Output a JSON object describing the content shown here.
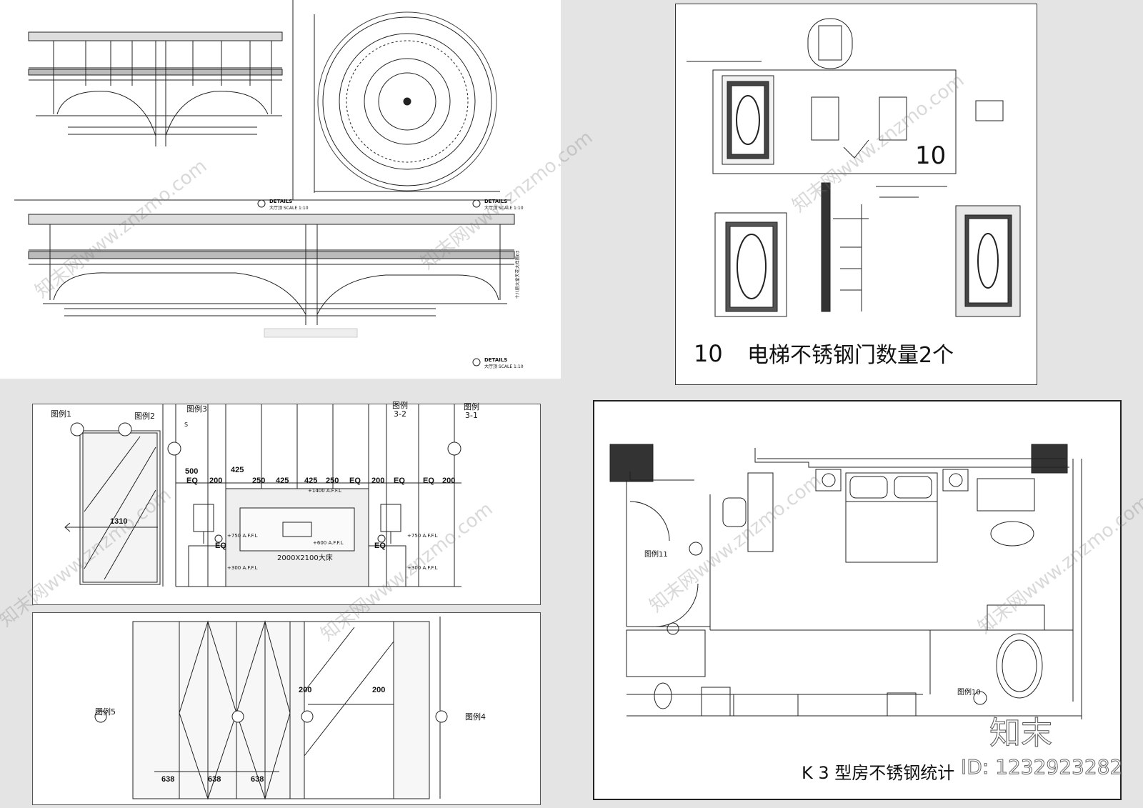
{
  "top_left_sheet": {
    "detail_07_label": "DETAILS",
    "detail_07_sub": "大厅顶 SCALE 1:10",
    "detail_09_label": "DETAILS",
    "detail_09_sub": "大厅顶 SCALE 1:10",
    "detail_08_label": "DETAILS",
    "detail_08_sub": "大厅顶 SCALE 1:10",
    "side_note": "十八层大堂天花大样图03"
  },
  "top_right_sheet": {
    "number_small": "10",
    "number_big": "10",
    "caption": "电梯不锈钢门数量2个"
  },
  "bottom_left_upper": {
    "tags": [
      "图例1",
      "图例2",
      "图例3",
      "图例\n3-2",
      "图例\n3-1"
    ],
    "dims": [
      "500",
      "425",
      "EQ",
      "200",
      "250",
      "425",
      "425",
      "250",
      "EQ",
      "200",
      "EQ",
      "EQ",
      "200"
    ],
    "door_width": "1310",
    "bed_label": "2000X2100大床",
    "elev_labels": [
      "+1400 A.F.F.L",
      "+750 A.F.F.L",
      "+600 A.F.F.L",
      "+750 A.F.F.L",
      "+300 A.F.F.L",
      "+300 A.F.F.L"
    ],
    "eq_left": "EQ",
    "eq_right": "EQ",
    "s_mark": "S"
  },
  "bottom_left_lower": {
    "tag_left": "图例5",
    "tag_right": "图例4",
    "dims": [
      "638",
      "638",
      "638",
      "200",
      "200"
    ]
  },
  "bottom_right_sheet": {
    "tag_11": "图例11",
    "tag_10": "图例10",
    "caption": "K 3 型房不锈钢统计"
  },
  "watermark": {
    "text": "知末网www.znzmo.com",
    "logo": "知末",
    "id_text": "ID: 1232923282"
  }
}
